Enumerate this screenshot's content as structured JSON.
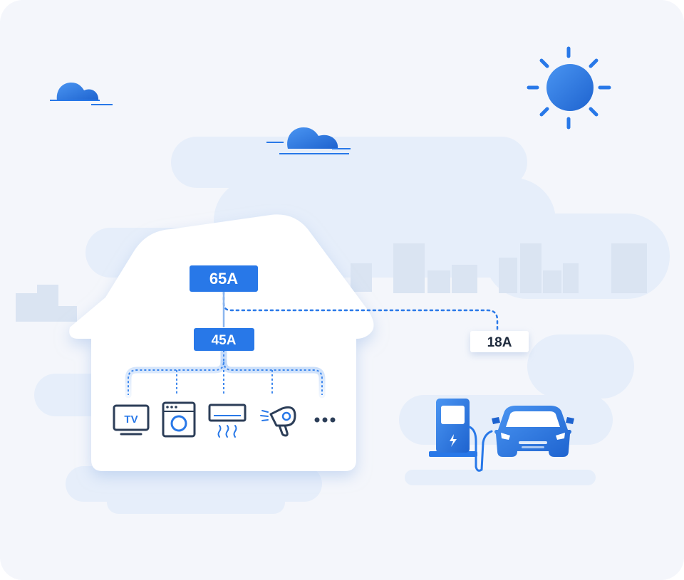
{
  "main_breaker": {
    "label": "65A"
  },
  "home_breaker": {
    "label": "45A"
  },
  "charger_breaker": {
    "label": "18A"
  },
  "appliances": [
    {
      "name": "tv-icon",
      "label": "TV"
    },
    {
      "name": "washing-machine-icon"
    },
    {
      "name": "air-conditioner-icon"
    },
    {
      "name": "hair-dryer-icon"
    },
    {
      "name": "more-icon"
    }
  ],
  "colors": {
    "accent": "#2878E8",
    "accent_dark": "#1E63CF",
    "icon_dark": "#2C3E58",
    "background_panel": "#F4F6FB",
    "cloud_bg": "#E6EEFA",
    "house_fill": "#FFFFFF"
  }
}
